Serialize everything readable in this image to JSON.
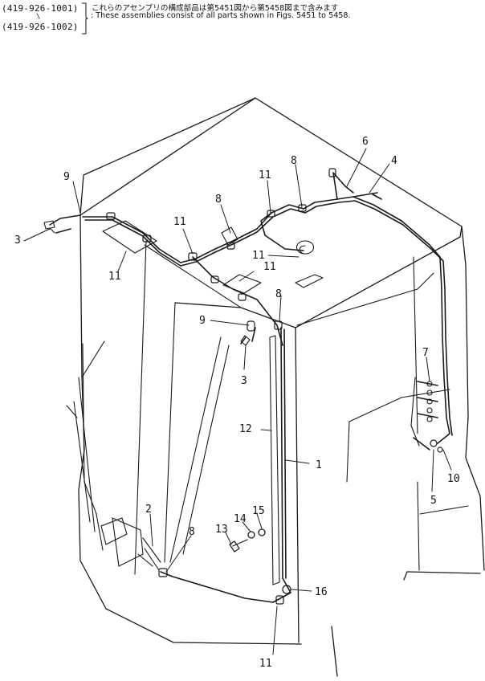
{
  "header": {
    "serial_from": "(419-926-1001)",
    "serial_sep": "\\",
    "serial_to": "(419-926-1002)",
    "note_japanese": "これらのアセンブリの構成部品は第5451図から第5458図まで含みます",
    "note_english": ": These assemblies consist of all parts shown in Figs. 5451 to 5458."
  },
  "callouts": {
    "c1": "1",
    "c2": "2",
    "c3a": "3",
    "c3b": "3",
    "c4": "4",
    "c5": "5",
    "c6": "6",
    "c7": "7",
    "c8a": "8",
    "c8b": "8",
    "c8c": "8",
    "c8d": "8",
    "c9a": "9",
    "c9b": "9",
    "c10": "10",
    "c11a": "11",
    "c11b": "11",
    "c11c": "11",
    "c11d": "11",
    "c11e": "11",
    "c11f": "11",
    "c12": "12",
    "c13": "13",
    "c14": "14",
    "c15": "15",
    "c16": "16"
  },
  "colors": {
    "line": "#1a1a1a",
    "paper": "#ffffff"
  }
}
